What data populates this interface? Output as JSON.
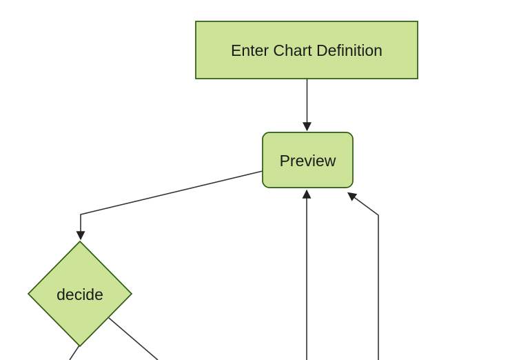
{
  "diagram": {
    "type": "flowchart",
    "orientation": "top-down",
    "background_color": "#ffffff",
    "theme": {
      "node_fill": "#cde498",
      "node_border": "#2b5b10",
      "edge_color": "#333333",
      "arrow_color": "#222222",
      "text_color": "#1a1a1a"
    },
    "nodes": [
      {
        "label": "Enter Chart Definition",
        "shape": "rectangle"
      },
      {
        "label": "Preview",
        "shape": "rounded-rectangle"
      },
      {
        "label": "decide",
        "shape": "diamond"
      }
    ],
    "edges": [
      {
        "from": "Enter Chart Definition",
        "to": "Preview",
        "arrowhead": "into Preview top"
      },
      {
        "from": "Preview",
        "to": "decide",
        "arrowhead": "into decide top vertex"
      },
      {
        "from": "offscreen below",
        "to": "Preview",
        "arrowhead": "into Preview bottom, straight vertical"
      },
      {
        "from": "offscreen below right",
        "to": "Preview",
        "arrowhead": "into Preview bottom-right corner, bent"
      },
      {
        "from": "decide",
        "to": "offscreen bottom-left",
        "arrowhead": "none visible (cut off)"
      },
      {
        "from": "decide",
        "to": "offscreen bottom-right",
        "arrowhead": "none visible (cut off)"
      }
    ]
  }
}
